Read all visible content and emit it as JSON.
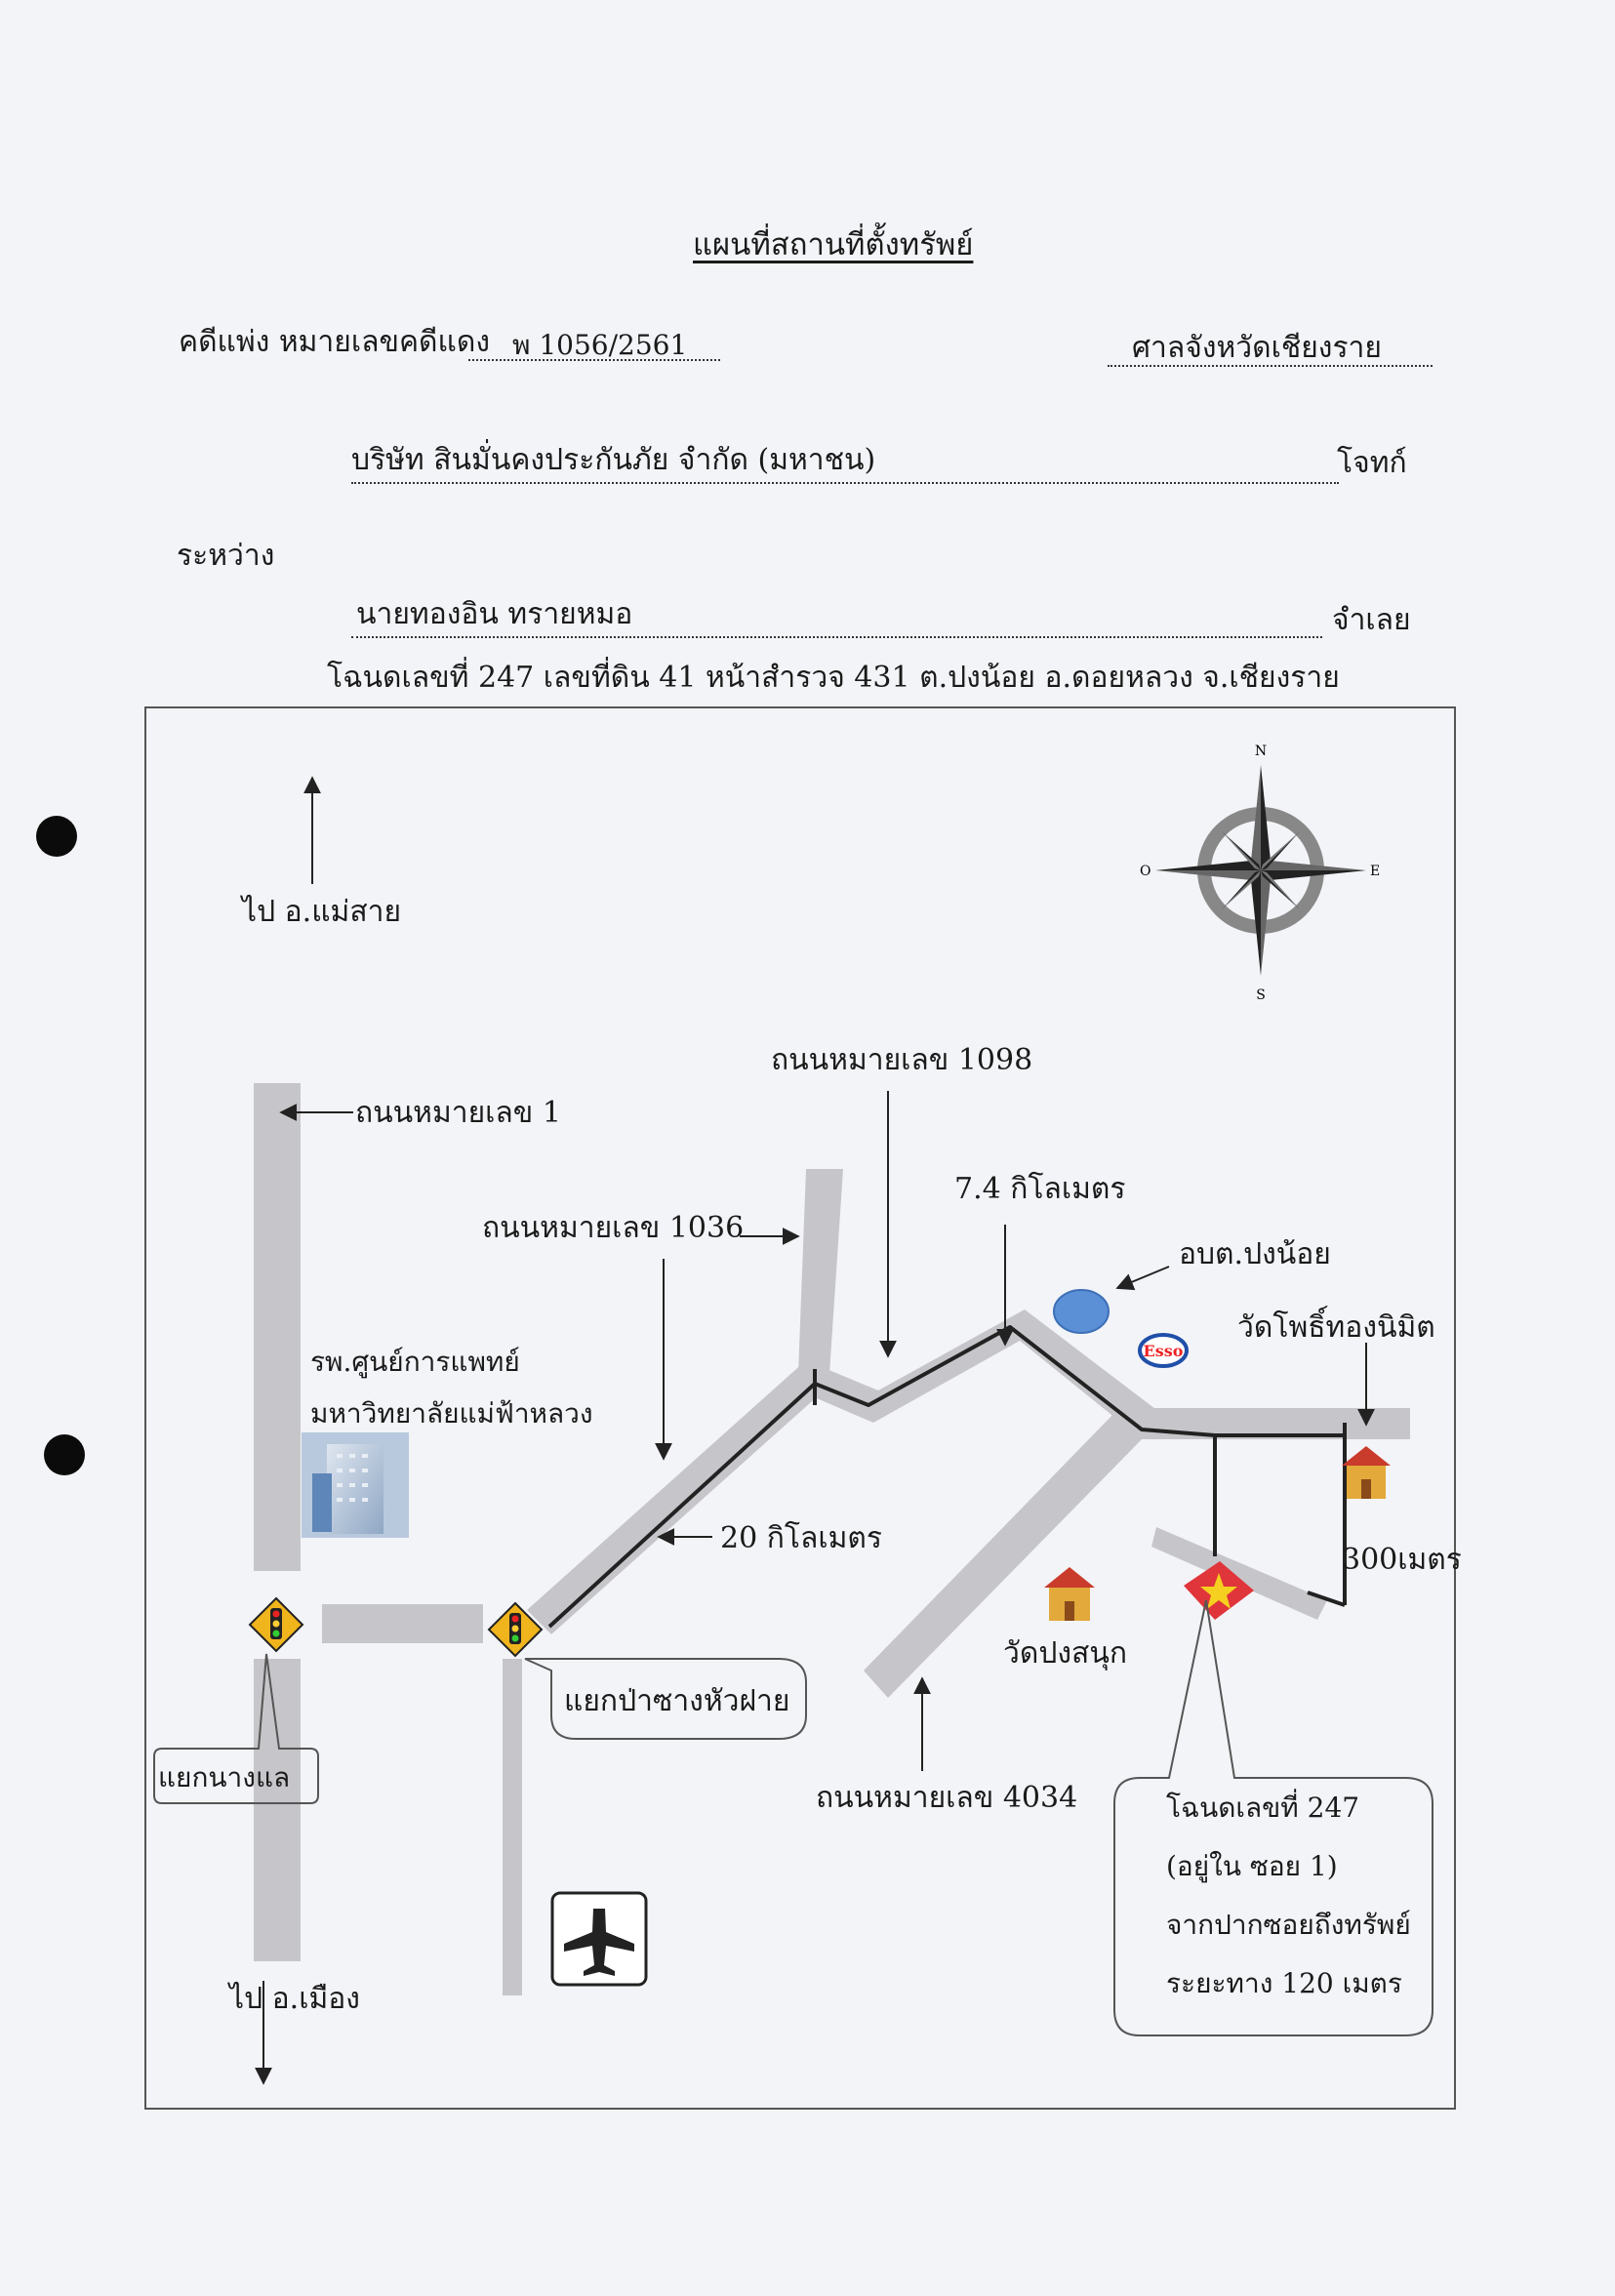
{
  "document": {
    "title": "แผนที่สถานที่ตั้งทรัพย์",
    "case_label": "คดีแพ่ง  หมายเลขคดีแดง",
    "case_number": "พ 1056/2561",
    "court": "ศาลจังหวัดเชียงราย",
    "plaintiff": "บริษัท สินมั่นคงประกันภัย จำกัด (มหาชน)",
    "plaintiff_role": "โจทก์",
    "between_label": "ระหว่าง",
    "defendant": "นายทองอิน  ทรายหมอ",
    "defendant_role": "จำเลย",
    "title_deed_line": "โฉนดเลขที่ 247 เลขที่ดิน 41 หน้าสำรวจ 431 ต.ปงน้อย อ.ดอยหลวง จ.เชียงราย"
  },
  "map": {
    "compass": {
      "n": "N",
      "s": "S",
      "e": "E",
      "w": "O"
    },
    "labels": {
      "to_mae_sai": "ไป อ.แม่สาย",
      "to_mueang": "ไป อ.เมือง",
      "road_1": "ถนนหมายเลข 1",
      "road_1098": "ถนนหมายเลข 1098",
      "road_1036": "ถนนหมายเลข 1036",
      "road_4034": "ถนนหมายเลข 4034",
      "dist_7_4": "7.4 กิโลเมตร",
      "dist_20": "20 กิโลเมตร",
      "dist_300": "300เมตร",
      "sao_pong_noi": "อบต.ปงน้อย",
      "wat_pho": "วัดโพธิ์ทองนิมิต",
      "wat_pong": "วัดปงสนุก",
      "hospital_line1": "รพ.ศูนย์การแพทย์",
      "hospital_line2": "มหาวิทยาลัยแม่ฟ้าหลวง",
      "junction_nang_lae": "แยกนางแล",
      "junction_pa_sang": "แยกป่าซางหัวฝาย",
      "esso": "Esso",
      "callout_line1": "โฉนดเลขที่ 247",
      "callout_line2": "(อยู่ใน ซอย 1)",
      "callout_line3": "จากปากซอยถึงทรัพย์",
      "callout_line4": "ระยะทาง 120 เมตร"
    },
    "colors": {
      "road": "#c6c6ca",
      "route": "#222222",
      "pond": "#5b8fd6",
      "star_bg": "#e0353a",
      "star": "#f5d020",
      "traffic_sign": "#f0b41c"
    }
  }
}
